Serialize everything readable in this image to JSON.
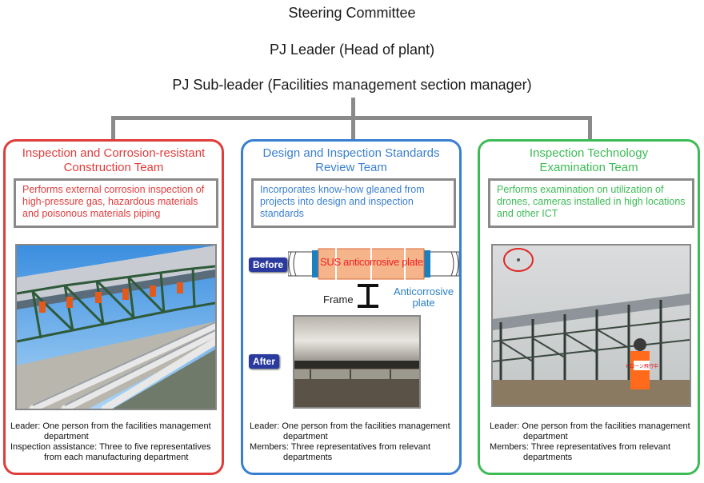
{
  "header": {
    "steering": "Steering Committee",
    "leader": "PJ Leader (Head of plant)",
    "subleader": "PJ Sub-leader (Facilities management section manager)"
  },
  "teams": [
    {
      "title_line1": "Inspection and Corrosion-resistant",
      "title_line2": "Construction Team",
      "color": "#e03c3c",
      "desc": "Performs external corrosion inspection of high-pressure gas, hazardous materials and poisonous materials piping",
      "leader_a": "Leader: One person from the facilities management",
      "leader_b": "department",
      "extra_a": "Inspection assistance: Three to five representatives",
      "extra_b": "from each manufacturing department"
    },
    {
      "title_line1": "Design and Inspection Standards",
      "title_line2": "Review Team",
      "color": "#3a7fcf",
      "desc": "Incorporates know-how gleaned from projects into design and inspection standards",
      "leader_a": "Leader: One person from the facilities management",
      "leader_b": "department",
      "extra_a": "Members: Three representatives from relevant",
      "extra_b": "departments"
    },
    {
      "title_line1": "Inspection Technology",
      "title_line2": "Examination Team",
      "color": "#3dbb55",
      "desc": "Performs examination on utilization of drones, cameras installed in high locations and other ICT",
      "leader_a": "Leader: One person from the facilities management",
      "leader_b": "department",
      "extra_a": "Members: Three representatives from relevant",
      "extra_b": "departments"
    }
  ],
  "diagram": {
    "before": "Before",
    "after": "After",
    "plate": "SUS anticorrosive plate",
    "frame": "Frame",
    "anti_line1": "Anticorrosive",
    "anti_line2": "plate"
  },
  "drone_sign": "ドローン飛行中"
}
